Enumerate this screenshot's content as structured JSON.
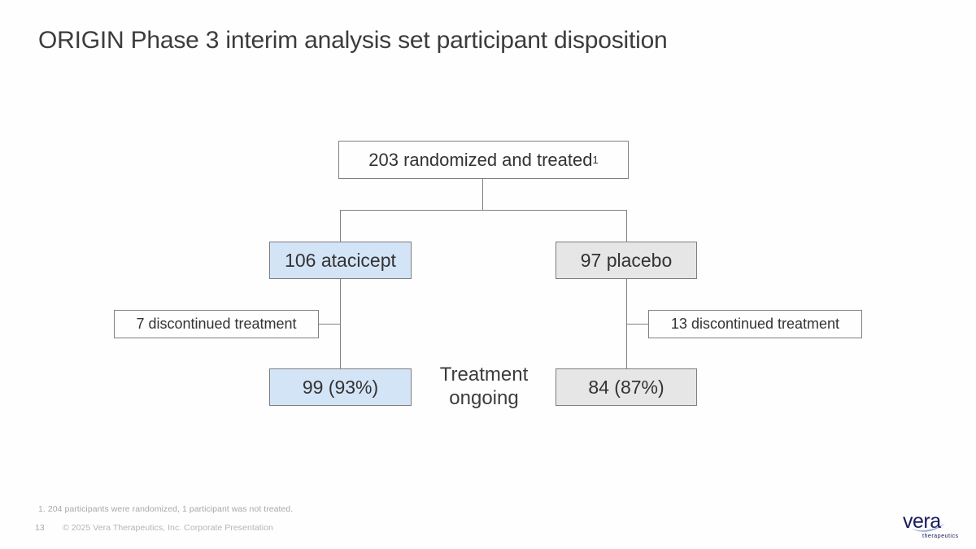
{
  "slide": {
    "title": "ORIGIN Phase 3 interim analysis set participant disposition",
    "background_color": "#fefefe",
    "title_color": "#3c3c3c"
  },
  "colors": {
    "atacicept_fill": "#d4e4f7",
    "placebo_fill": "#e6e6e6",
    "box_border": "#808080",
    "text": "#333333",
    "logo_navy": "#1b1b5c",
    "logo_accent": "#8fa9d8"
  },
  "diagram": {
    "type": "flowchart",
    "root": {
      "label": "203 randomized and treated",
      "footnote_marker": "1",
      "style": "plain"
    },
    "arms": [
      {
        "name": "atacicept",
        "enrolled_label": "106 atacicept",
        "enrolled_n": 106,
        "discontinued_label": "7 discontinued treatment",
        "discontinued_n": 7,
        "ongoing_label": "99 (93%)",
        "ongoing_n": 99,
        "ongoing_pct": 93,
        "style": "blue"
      },
      {
        "name": "placebo",
        "enrolled_label": "97 placebo",
        "enrolled_n": 97,
        "discontinued_label": "13 discontinued treatment",
        "discontinued_n": 13,
        "ongoing_label": "84 (87%)",
        "ongoing_n": 84,
        "ongoing_pct": 87,
        "style": "grey"
      }
    ],
    "center_caption_line1": "Treatment",
    "center_caption_line2": "ongoing"
  },
  "footer": {
    "footnote": "1. 204 participants were randomized, 1 participant was not treated.",
    "page_number": "13",
    "copyright": "© 2025 Vera Therapeutics, Inc. Corporate Presentation"
  },
  "logo": {
    "wordmark": "vera",
    "tagline": "therapeutics"
  }
}
